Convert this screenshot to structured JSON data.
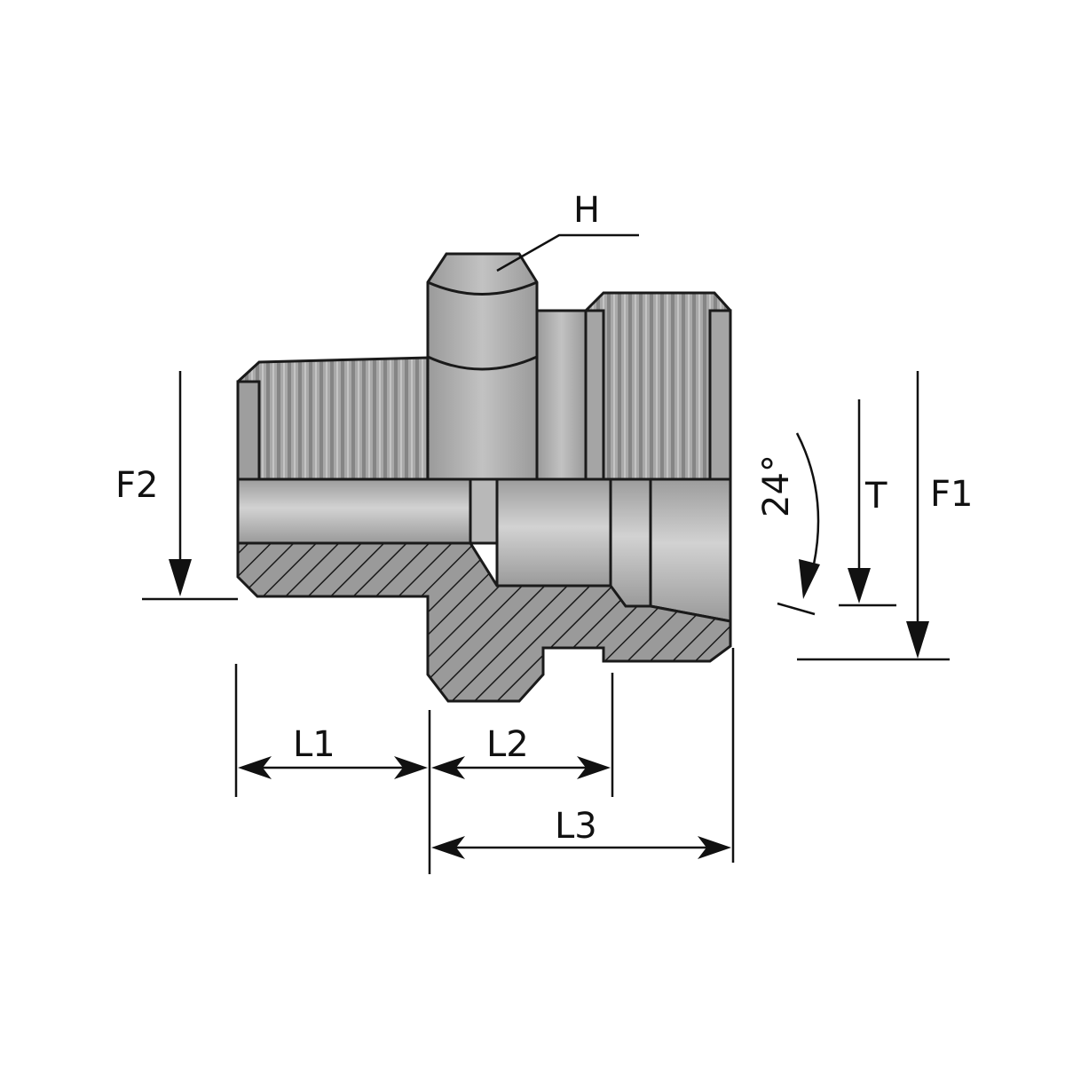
{
  "labels": {
    "hex": "H",
    "f2": "F2",
    "f1": "F1",
    "t": "T",
    "angle": "24°",
    "l1": "L1",
    "l2": "L2",
    "l3": "L3"
  },
  "colors": {
    "body_gray": "#a6a6a6",
    "body_light": "#c9c9c9",
    "bore_gray": "#b4b4b4",
    "section_gray": "#8f8f8f",
    "outline": "#1a1a1a",
    "thread_dark": "#7e7e7e"
  }
}
